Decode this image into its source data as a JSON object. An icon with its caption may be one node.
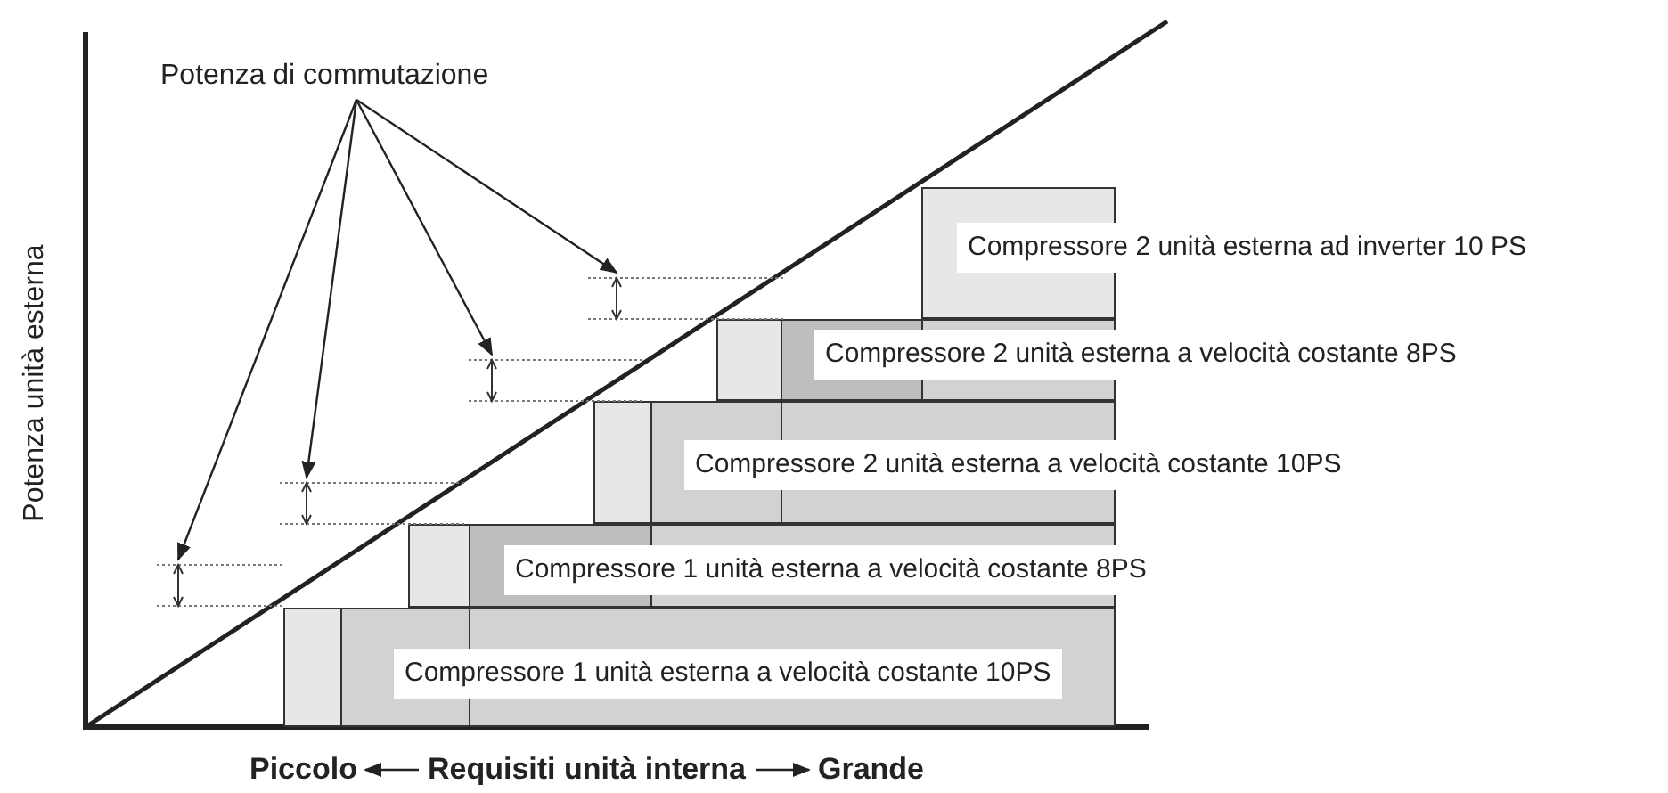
{
  "diagram": {
    "nodes": [
      {
        "text": [
          "Potenza di commutazione"
        ]
      },
      {
        "text": [],
        "shape": "interval"
      },
      {
        "text": [],
        "shape": "interval"
      },
      {
        "text": [],
        "shape": "interval"
      },
      {
        "text": [],
        "shape": "interval"
      },
      {
        "text": [
          "Compressore 2 unità esterna ad inverter 10 PS"
        ]
      },
      {
        "text": [
          "Compressore 2 unità esterna a velocità costante 8PS"
        ]
      },
      {
        "text": [
          "Compressore 2 unità esterna a velocità costante 10PS"
        ]
      },
      {
        "text": [
          "Compressore 1 unità esterna a velocità costante 8PS"
        ]
      },
      {
        "text": [
          "Compressore 1 unità esterna a velocità costante 10PS"
        ]
      }
    ],
    "edges": [
      {
        "from": 0,
        "to": 1,
        "arrow": "to"
      },
      {
        "from": 0,
        "to": 2,
        "arrow": "to"
      },
      {
        "from": 0,
        "to": 3,
        "arrow": "to"
      },
      {
        "from": 0,
        "to": 4,
        "arrow": "to"
      }
    ],
    "labels": [
      "Potenza unità esterna",
      "Piccolo",
      "Requisiti unità interna",
      "Grande"
    ]
  }
}
